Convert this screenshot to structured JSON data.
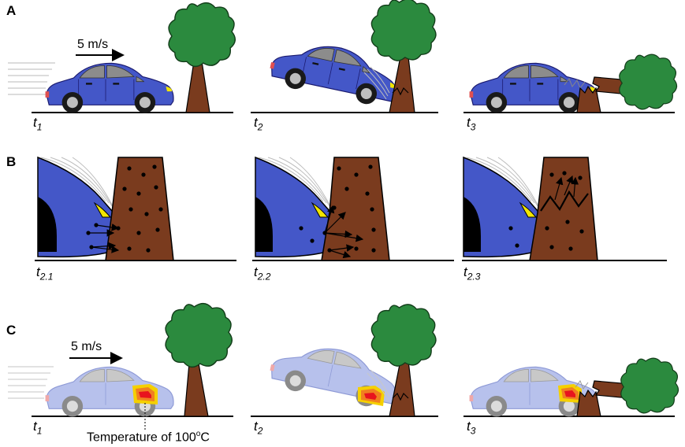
{
  "panels": [
    {
      "label": "A",
      "times": [
        {
          "sym": "t",
          "sub": "1"
        },
        {
          "sym": "t",
          "sub": "2"
        },
        {
          "sym": "t",
          "sub": "3"
        }
      ],
      "speed": "5 m/s"
    },
    {
      "label": "B",
      "times": [
        {
          "sym": "t",
          "sub": "2.1"
        },
        {
          "sym": "t",
          "sub": "2.2"
        },
        {
          "sym": "t",
          "sub": "2.3"
        }
      ]
    },
    {
      "label": "C",
      "times": [
        {
          "sym": "t",
          "sub": "1"
        },
        {
          "sym": "t",
          "sub": "2"
        },
        {
          "sym": "t",
          "sub": "3"
        }
      ],
      "speed": "5 m/s",
      "temperature": {
        "prefix": "Temperature of 100",
        "degree": "o",
        "unit": "C"
      }
    }
  ],
  "colors": {
    "car_body": "#4457c8",
    "car_body_faded": "#b7c1ec",
    "tree_trunk": "#7a3b1e",
    "tree_foliage": "#2b8a3e",
    "heat_outer": "#f5d000",
    "heat_mid": "#f08020",
    "heat_inner": "#e8141e",
    "headlight": "#f2e600"
  }
}
